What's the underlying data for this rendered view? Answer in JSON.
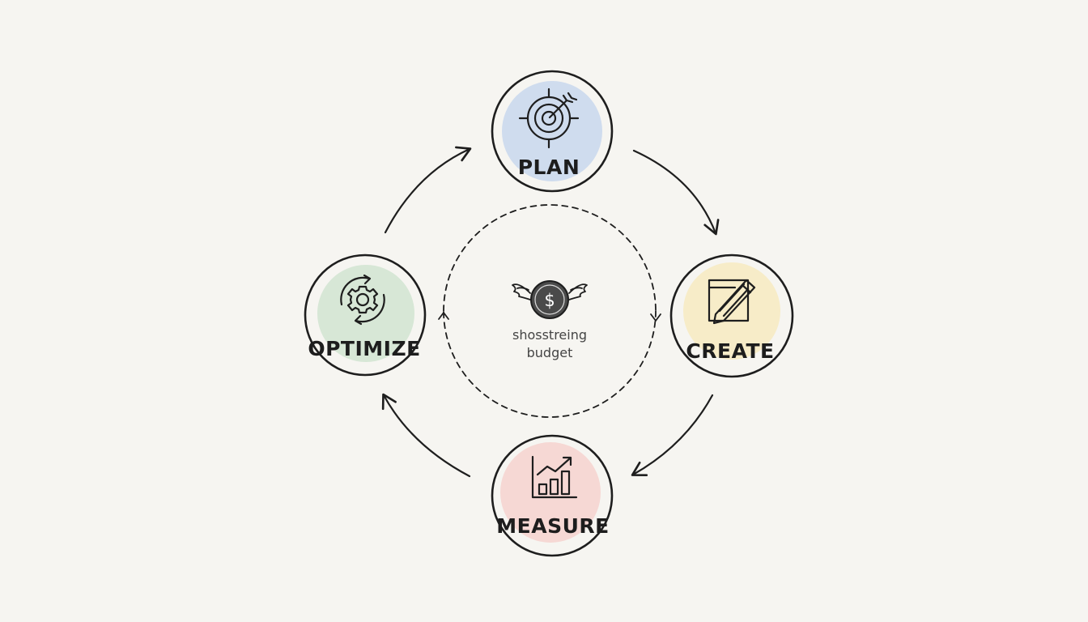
{
  "steps": [
    {
      "id": "plan",
      "label": "PLAN",
      "icon": "target-arrow-icon",
      "fill": "#cfdcee"
    },
    {
      "id": "create",
      "label": "CREATE",
      "icon": "pencil-notepad-icon",
      "fill": "#f7ecc8"
    },
    {
      "id": "measure",
      "label": "MEASURE",
      "icon": "bar-chart-trend-icon",
      "fill": "#f6d8d4"
    },
    {
      "id": "optimize",
      "label": "OPTIMIZE",
      "icon": "gear-cycle-icon",
      "fill": "#d7e7d6"
    }
  ],
  "center": {
    "icon": "winged-dollar-coin-icon",
    "line1": "shosstreing",
    "line2": "budget"
  },
  "colors": {
    "background": "#f6f5f1",
    "ink": "#1e1e1e",
    "coin": "#4a4a4a"
  }
}
